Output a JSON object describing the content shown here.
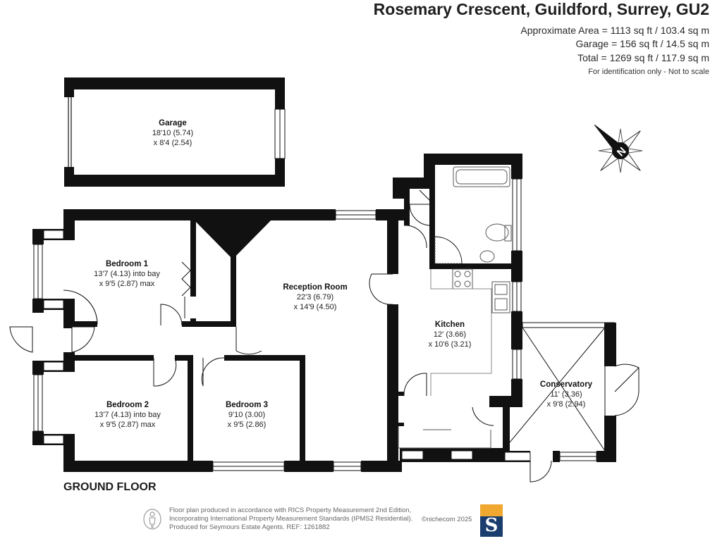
{
  "header": {
    "title": "Rosemary Crescent, Guildford, Surrey, GU2",
    "area_line": "Approximate Area = 1113 sq ft / 103.4 sq m",
    "garage_line": "Garage = 156 sq ft / 14.5 sq m",
    "total_line": "Total = 1269 sq ft / 117.9 sq m",
    "note": "For identification only - Not to scale"
  },
  "rooms": {
    "garage": {
      "name": "Garage",
      "dim1": "18'10 (5.74)",
      "dim2": "x 8'4 (2.54)"
    },
    "bedroom1": {
      "name": "Bedroom 1",
      "dim1": "13'7 (4.13) into bay",
      "dim2": "x 9'5 (2.87) max"
    },
    "reception": {
      "name": "Reception Room",
      "dim1": "22'3 (6.79)",
      "dim2": "x 14'9 (4.50)"
    },
    "kitchen": {
      "name": "Kitchen",
      "dim1": "12' (3.66)",
      "dim2": "x 10'6 (3.21)"
    },
    "conservatory": {
      "name": "Conservatory",
      "dim1": "11' (3.36)",
      "dim2": "x 9'8 (2.94)"
    },
    "bedroom2": {
      "name": "Bedroom 2",
      "dim1": "13'7 (4.13) into bay",
      "dim2": "x 9'5 (2.87) max"
    },
    "bedroom3": {
      "name": "Bedroom 3",
      "dim1": "9'10 (3.00)",
      "dim2": "x 9'5 (2.86)"
    }
  },
  "compass": {
    "letter": "N",
    "icon": "compass-icon"
  },
  "floor_label": "GROUND FLOOR",
  "footer": {
    "line1": "Floor plan produced in accordance with RICS Property Measurement 2nd Edition,",
    "line2": "Incorporating International Property Measurement Standards (IPMS2 Residential).",
    "line3": "Produced for Seymours Estate Agents.  REF: 1261882",
    "copyright": "©nichecom 2025",
    "person_icon": "person-icon",
    "logo_letter": "S",
    "logo_colors": {
      "top": "#f0a830",
      "bottom": "#1b3d6e"
    }
  },
  "colors": {
    "wall": "#111111",
    "window": "#ffffff",
    "fixture": "#555555"
  }
}
